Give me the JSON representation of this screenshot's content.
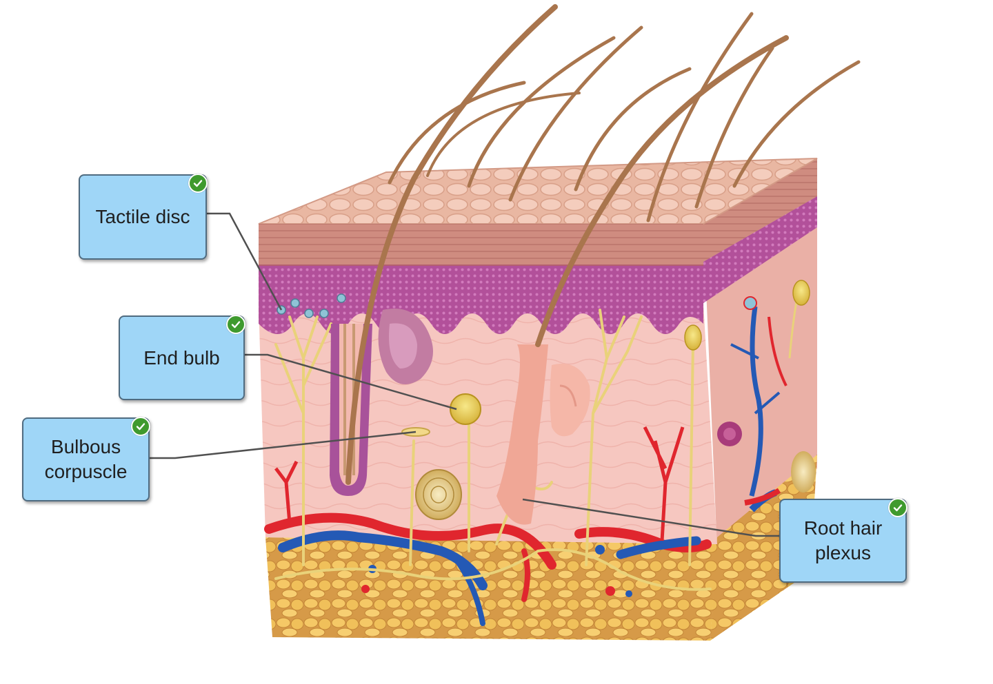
{
  "labels": [
    {
      "id": "tactile-disc",
      "text": "Tactile disc",
      "correct": true
    },
    {
      "id": "end-bulb",
      "text": "End bulb",
      "correct": true
    },
    {
      "id": "bulbous-corpuscle",
      "text": "Bulbous\ncorpuscle",
      "correct": true
    },
    {
      "id": "root-hair-plexus",
      "text": "Root hair\nplexus",
      "correct": true
    }
  ],
  "icons": {
    "check": "check-icon"
  },
  "colors": {
    "label_fill": "#9fd6f7",
    "label_border": "#4f6b80",
    "check_badge": "#3f9a2e",
    "artery": "#e0262e",
    "vein": "#2459b5",
    "nerve": "#e9d27a",
    "fat": "#f0c050",
    "dermis": "#f5c2bc",
    "epidermis": "#d9958a",
    "hair": "#a9754d"
  }
}
